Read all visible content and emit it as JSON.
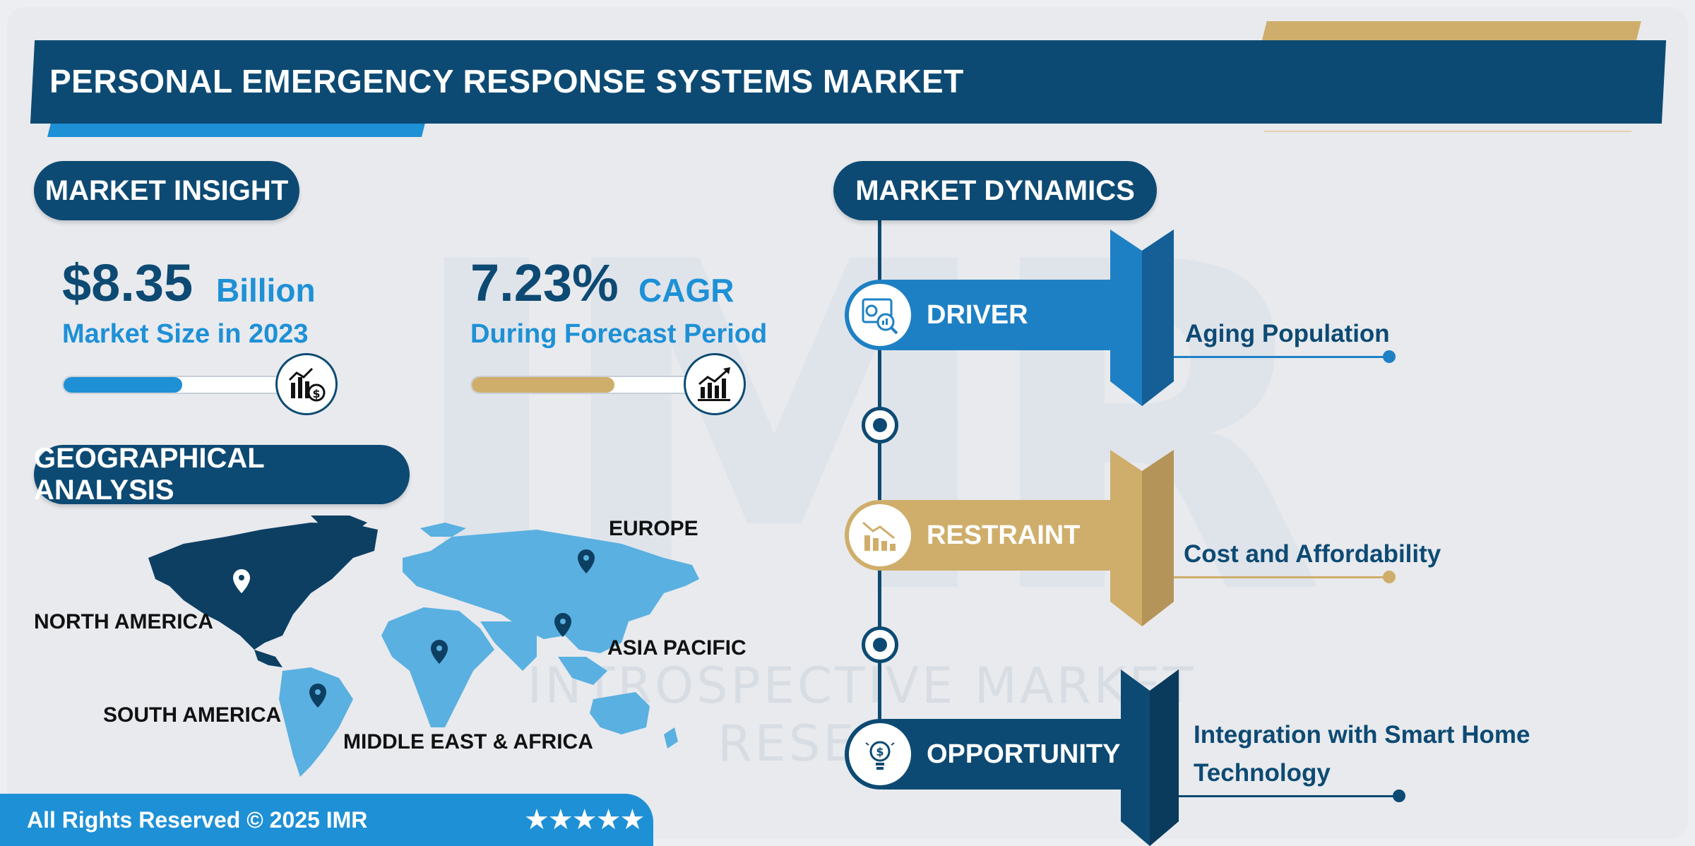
{
  "title": "PERSONAL EMERGENCY RESPONSE SYSTEMS MARKET",
  "watermark": {
    "logo": "IMR",
    "sub": "INTROSPECTIVE MARKET RESEARCH"
  },
  "market_insight": {
    "heading": "MARKET INSIGHT",
    "size_value": "$8.35",
    "size_unit": "Billion",
    "size_desc": "Market Size in 2023",
    "size_bar_fill": 0.5,
    "cagr_value": "7.23%",
    "cagr_unit": "CAGR",
    "cagr_desc": "During Forecast Period",
    "cagr_bar_fill": 0.6
  },
  "geo": {
    "heading": "GEOGRAPHICAL ANALYSIS",
    "regions": {
      "north_america": "NORTH AMERICA",
      "south_america": "SOUTH AMERICA",
      "europe": "EUROPE",
      "asia_pacific": "ASIA PACIFIC",
      "mea": "MIDDLE EAST & AFRICA"
    }
  },
  "dynamics": {
    "heading": "MARKET DYNAMICS",
    "driver": {
      "label": "DRIVER",
      "text": "Aging Population"
    },
    "restraint": {
      "label": "RESTRAINT",
      "text": "Cost and Affordability"
    },
    "opportunity": {
      "label": "OPPORTUNITY",
      "text_line1": "Integration with Smart Home",
      "text_line2": "Technology"
    }
  },
  "footer": {
    "text": "All Rights Reserved © 2025 IMR",
    "stars": "★★★★★"
  },
  "colors": {
    "navy": "#0d4a73",
    "blue": "#1e90d6",
    "gold": "#cfae6b",
    "map_dark": "#0d3f63",
    "map_light": "#5ab0e0"
  }
}
